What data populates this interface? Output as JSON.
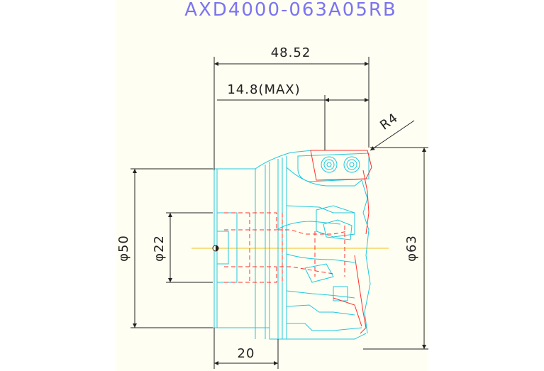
{
  "title": "AXD4000-063A05RB",
  "dimensions": {
    "overall_length": "48.52",
    "depth_of_cut": "14.8(MAX)",
    "corner_radius": "R4",
    "hub_diameter": "φ50",
    "bore_diameter": "φ22",
    "cutting_diameter": "φ63",
    "hub_length": "20"
  },
  "colors": {
    "title": "#7b74f2",
    "dimension": "#222222",
    "body_outline": "#20c8e0",
    "insert_outline": "#ff3030",
    "centerline": "#f0c020",
    "sheet_background": "#fffef2"
  }
}
